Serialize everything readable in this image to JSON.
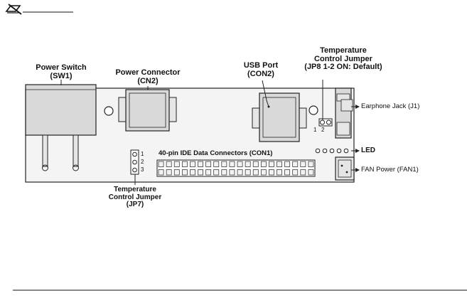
{
  "labels": {
    "power_switch_line1": "Power Switch",
    "power_switch_line2": "(SW1)",
    "power_connector_line1": "Power Connector",
    "power_connector_line2": "(CN2)",
    "usb_port_line1": "USB Port",
    "usb_port_line2": "(CON2)",
    "temp_jumper_jp8_line1": "Temperature",
    "temp_jumper_jp8_line2": "Control Jumper",
    "temp_jumper_jp8_line3": "(JP8 1-2 ON: Default)",
    "earphone_jack": "Earphone Jack (J1)",
    "led": "LED",
    "fan_power": "FAN Power (FAN1)",
    "ide_connectors": "40-pin IDE Data Connectors (CON1)",
    "temp_jumper_jp7_line1": "Temperature",
    "temp_jumper_jp7_line2": "Control Jumper",
    "temp_jumper_jp7_line3": "(JP7)"
  },
  "pin_labels": {
    "jp7_1": "1",
    "jp7_2": "2",
    "jp7_3": "3",
    "jp8_1": "1",
    "jp8_2": "2"
  },
  "colors": {
    "board": "#f4f4f4",
    "outline": "#222222",
    "component": "#d9d9d9"
  },
  "icons": {
    "note": "note-pencil-icon"
  }
}
